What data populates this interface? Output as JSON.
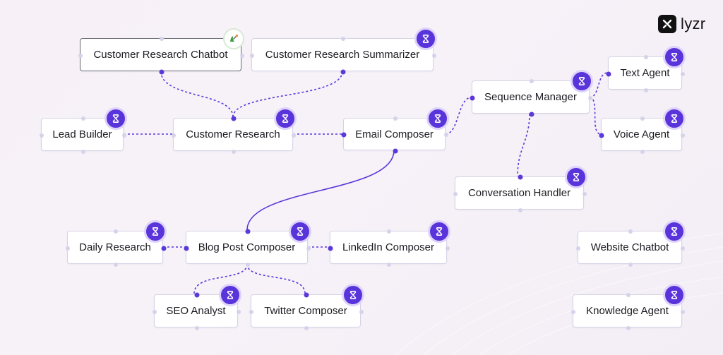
{
  "brand": {
    "name": "lyzr",
    "logo_icon": "lyzr-logo-icon"
  },
  "colors": {
    "accent": "#5a34db",
    "edge": "#5b38d8",
    "node_border": "#d7d3e6"
  },
  "nodes": [
    {
      "id": "crc",
      "label": "Customer Research Chatbot",
      "badge": "custom-integration-icon"
    },
    {
      "id": "crs",
      "label": "Customer Research Summarizer",
      "badge": "agent-icon"
    },
    {
      "id": "lb",
      "label": "Lead Builder",
      "badge": "agent-icon"
    },
    {
      "id": "cr",
      "label": "Customer Research",
      "badge": "agent-icon"
    },
    {
      "id": "ec",
      "label": "Email Composer",
      "badge": "agent-icon"
    },
    {
      "id": "sm",
      "label": "Sequence Manager",
      "badge": "agent-icon"
    },
    {
      "id": "ta",
      "label": "Text Agent",
      "badge": "agent-icon"
    },
    {
      "id": "va",
      "label": "Voice Agent",
      "badge": "agent-icon"
    },
    {
      "id": "ch",
      "label": "Conversation Handler",
      "badge": "agent-icon"
    },
    {
      "id": "dr",
      "label": "Daily Research",
      "badge": "agent-icon"
    },
    {
      "id": "bpc",
      "label": "Blog Post Composer",
      "badge": "agent-icon"
    },
    {
      "id": "lc",
      "label": "LinkedIn Composer",
      "badge": "agent-icon"
    },
    {
      "id": "wc",
      "label": "Website Chatbot",
      "badge": "agent-icon"
    },
    {
      "id": "seo",
      "label": "SEO Analyst",
      "badge": "agent-icon"
    },
    {
      "id": "tc",
      "label": "Twitter Composer",
      "badge": "agent-icon"
    },
    {
      "id": "ka",
      "label": "Knowledge Agent",
      "badge": "agent-icon"
    }
  ],
  "edges": [
    {
      "from": "crc",
      "to": "cr",
      "style": "dashed"
    },
    {
      "from": "crs",
      "to": "cr",
      "style": "dashed"
    },
    {
      "from": "lb",
      "to": "cr",
      "style": "dashed"
    },
    {
      "from": "cr",
      "to": "ec",
      "style": "dashed"
    },
    {
      "from": "ec",
      "to": "sm",
      "style": "dashed"
    },
    {
      "from": "sm",
      "to": "ta",
      "style": "dashed"
    },
    {
      "from": "sm",
      "to": "va",
      "style": "dashed"
    },
    {
      "from": "sm",
      "to": "ch",
      "style": "dashed"
    },
    {
      "from": "ec",
      "to": "bpc",
      "style": "solid"
    },
    {
      "from": "dr",
      "to": "bpc",
      "style": "dashed"
    },
    {
      "from": "bpc",
      "to": "lc",
      "style": "dashed"
    },
    {
      "from": "bpc",
      "to": "seo",
      "style": "dashed"
    },
    {
      "from": "bpc",
      "to": "tc",
      "style": "dashed"
    }
  ]
}
